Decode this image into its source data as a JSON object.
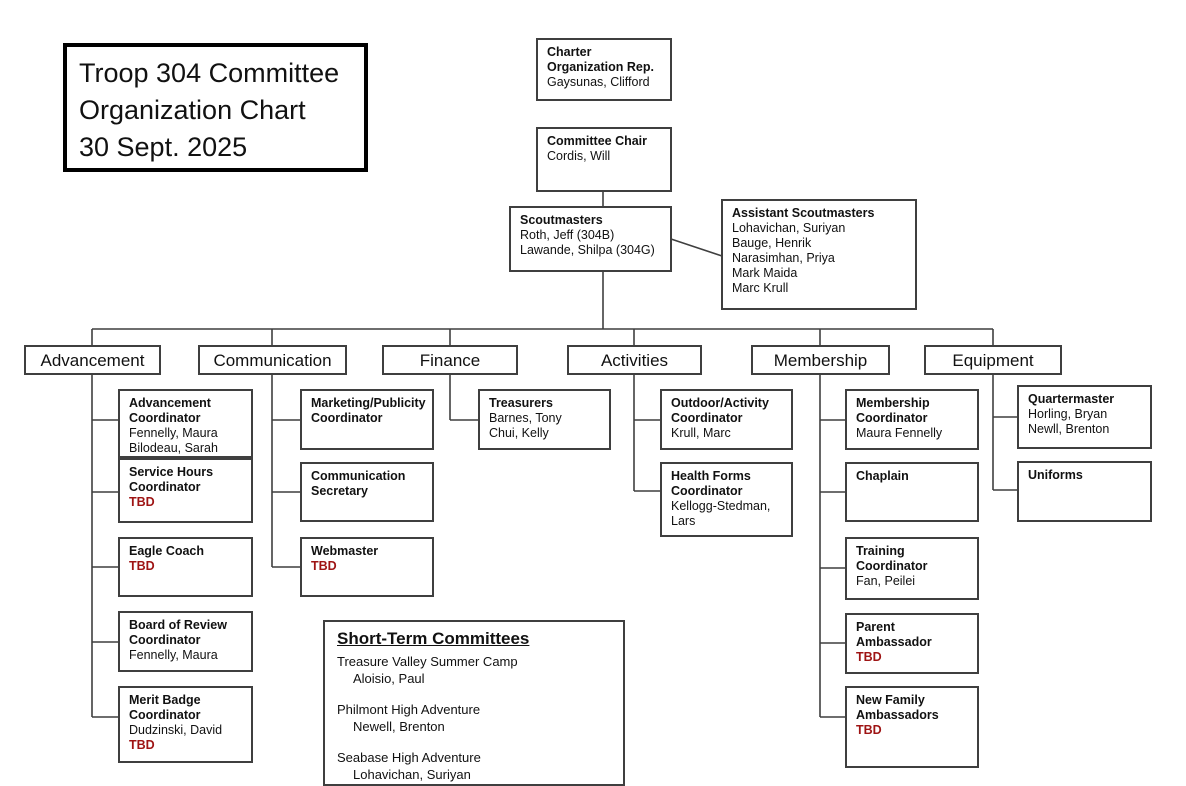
{
  "title_block": "Troop 304 Committee\nOrganization Chart\n30 Sept. 2025",
  "boxes": {
    "charter": {
      "role": "Charter\nOrganization Rep.",
      "names": "Gaysunas, Clifford"
    },
    "chair": {
      "role": "Committee Chair",
      "names": "Cordis, Will"
    },
    "scoutmasters": {
      "role": "Scoutmasters",
      "names": "Roth, Jeff (304B)\nLawande, Shilpa (304G)"
    },
    "assistant_scoutmasters": {
      "role": "Assistant Scoutmasters",
      "names": "Lohavichan, Suriyan\nBauge, Henrik\nNarasimhan, Priya\nMark Maida\nMarc Krull"
    }
  },
  "departments": {
    "advancement": "Advancement",
    "communication": "Communication",
    "finance": "Finance",
    "activities": "Activities",
    "membership": "Membership",
    "equipment": "Equipment"
  },
  "positions": {
    "advancement_coordinator": {
      "role": "Advancement\nCoordinator",
      "names": "Fennelly, Maura\nBilodeau, Sarah"
    },
    "service_hours_coordinator": {
      "role": "Service Hours\nCoordinator",
      "tbd": "TBD"
    },
    "eagle_coach": {
      "role": "Eagle Coach",
      "tbd": "TBD"
    },
    "board_of_review_coordinator": {
      "role": "Board of Review\nCoordinator",
      "names": "Fennelly, Maura"
    },
    "merit_badge_coordinator": {
      "role": "Merit Badge\nCoordinator",
      "names": "Dudzinski, David",
      "tbd": "TBD"
    },
    "marketing_publicity_coordinator": {
      "role": "Marketing/Publicity\nCoordinator"
    },
    "communication_secretary": {
      "role": "Communication\nSecretary"
    },
    "webmaster": {
      "role": "Webmaster",
      "tbd": "TBD"
    },
    "treasurers": {
      "role": "Treasurers",
      "names": "Barnes, Tony\nChui, Kelly"
    },
    "outdoor_activity_coordinator": {
      "role": "Outdoor/Activity\nCoordinator",
      "names": "Krull, Marc"
    },
    "health_forms_coordinator": {
      "role": "Health Forms\nCoordinator",
      "names": "Kellogg-Stedman,\nLars"
    },
    "membership_coordinator": {
      "role": "Membership\nCoordinator",
      "names": "Maura Fennelly"
    },
    "chaplain": {
      "role": "Chaplain"
    },
    "training_coordinator": {
      "role": "Training\nCoordinator",
      "names": "Fan, Peilei"
    },
    "parent_ambassador": {
      "role": "Parent Ambassador",
      "tbd": "TBD"
    },
    "new_family_ambassadors": {
      "role": "New Family\nAmbassadors",
      "tbd": "TBD"
    },
    "quartermaster": {
      "role": "Quartermaster",
      "names": "Horling, Bryan\nNewll, Brenton"
    },
    "uniforms": {
      "role": "Uniforms"
    }
  },
  "short_term": {
    "title": "Short-Term Committees",
    "items": [
      {
        "committee": "Treasure Valley Summer Camp",
        "member": "Aloisio, Paul"
      },
      {
        "committee": "Philmont High Adventure",
        "member": "Newell, Brenton"
      },
      {
        "committee": "Seabase High Adventure",
        "member": "Lohavichan, Suriyan"
      }
    ]
  },
  "colors": {
    "tbd": "#9e1414",
    "border": "#3f3f3f",
    "line": "#3f3f3f",
    "title_border": "#000000"
  }
}
